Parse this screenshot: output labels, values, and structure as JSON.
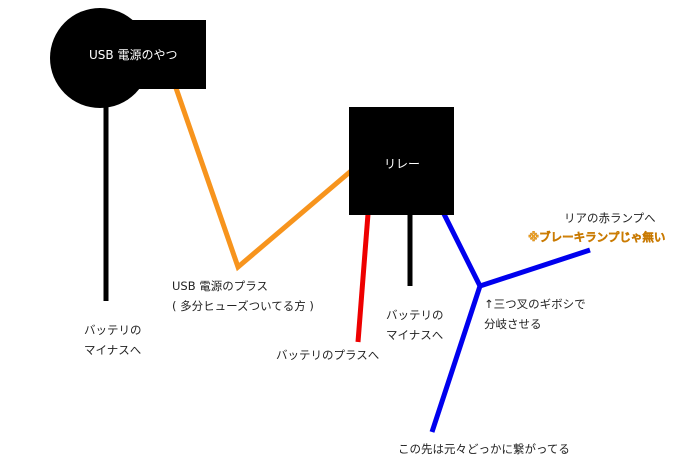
{
  "components": {
    "usb_power": "USB 電源のやつ",
    "relay": "リレー"
  },
  "labels": {
    "battery_minus_left_1": "バッテリの",
    "battery_minus_left_2": "マイナスへ",
    "usb_plus_1": "USB 電源のプラス",
    "usb_plus_2": "( 多分ヒューズついてる方 )",
    "battery_plus": "バッテリのプラスへ",
    "battery_minus_relay_1": "バッテリの",
    "battery_minus_relay_2": "マイナスへ",
    "rear_lamp": "リアの赤ランプへ",
    "not_brake": "※ブレーキランプじゃ無い",
    "branch_1": "↑三つ叉のギボシで",
    "branch_2": "分岐させる",
    "continues": "この先は元々どっかに繋がってる"
  },
  "colors": {
    "black": "#000000",
    "orange": "#f7941d",
    "red": "#ee0000",
    "blue": "#0000ee",
    "note": "#f5a623"
  }
}
